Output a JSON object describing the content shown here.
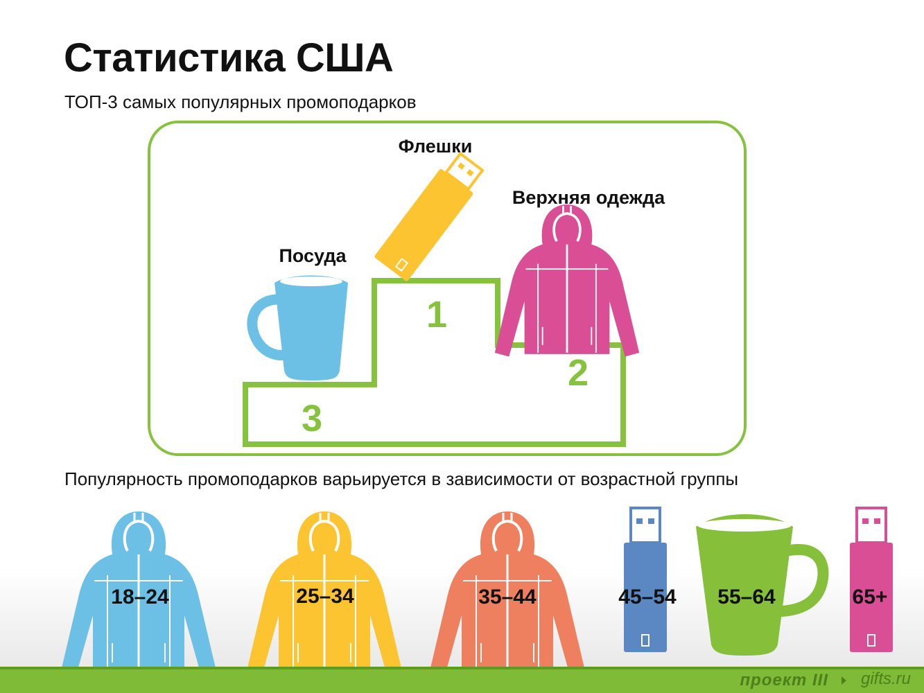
{
  "header": {
    "title": "Статистика США",
    "subtitle": "ТОП-3 самых популярных промоподарков"
  },
  "podium": {
    "first": {
      "rank": "1",
      "label": "Флешки",
      "icon": "usb-flash-drive-icon"
    },
    "second": {
      "rank": "2",
      "label": "Верхняя одежда",
      "icon": "jacket-icon"
    },
    "third": {
      "rank": "3",
      "label": "Посуда",
      "icon": "mug-icon"
    }
  },
  "age_caption": "Популярность промоподарков варьируется в зависимости от возрастной группы",
  "age_groups": [
    {
      "range": "18–24",
      "item": "jacket-icon",
      "color": "#6cc0e5"
    },
    {
      "range": "25–34",
      "item": "jacket-icon",
      "color": "#fcc431"
    },
    {
      "range": "35–44",
      "item": "jacket-icon",
      "color": "#ee8060"
    },
    {
      "range": "45–54",
      "item": "usb-flash-drive-icon",
      "color": "#5b88c2"
    },
    {
      "range": "55–64",
      "item": "mug-icon",
      "color": "#86bf3a"
    },
    {
      "range": "65+",
      "item": "usb-flash-drive-icon",
      "color": "#d94e94"
    }
  ],
  "colors": {
    "accent_green": "#86c23e",
    "podium_mug": "#6cc0e5",
    "podium_usb": "#fcc431",
    "podium_jacket": "#d94e94"
  },
  "footer": {
    "brand": "проект III",
    "site": "gifts.ru"
  }
}
